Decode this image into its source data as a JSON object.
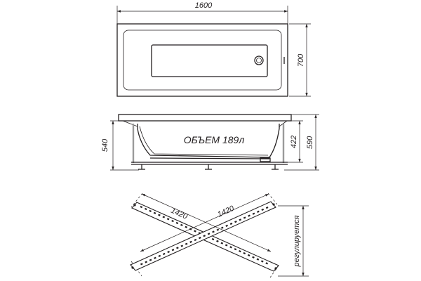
{
  "top_view": {
    "length_label": "1600",
    "width_label": "700"
  },
  "side_view": {
    "volume_label": "ОБЪЕМ 189л",
    "height_left_label": "540",
    "depth_label": "422",
    "height_right_label": "590"
  },
  "frame_view": {
    "beam_left_label": "1420",
    "beam_right_label": "1420",
    "adjustable_label": "регулируется"
  }
}
